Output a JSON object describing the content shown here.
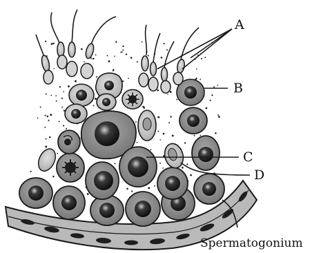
{
  "labels": {
    "a": "A",
    "b": "B",
    "c": "C",
    "d": "D",
    "spermatogonium": "Spermatogonium"
  },
  "colors": {
    "ink": "#1a1a1a",
    "cell_fill": "#8c8c8c",
    "cell_light": "#c9c9c9",
    "nucleus": "#1e1e1e",
    "membrane": "#b3b3b3",
    "background": "#ffffff"
  }
}
